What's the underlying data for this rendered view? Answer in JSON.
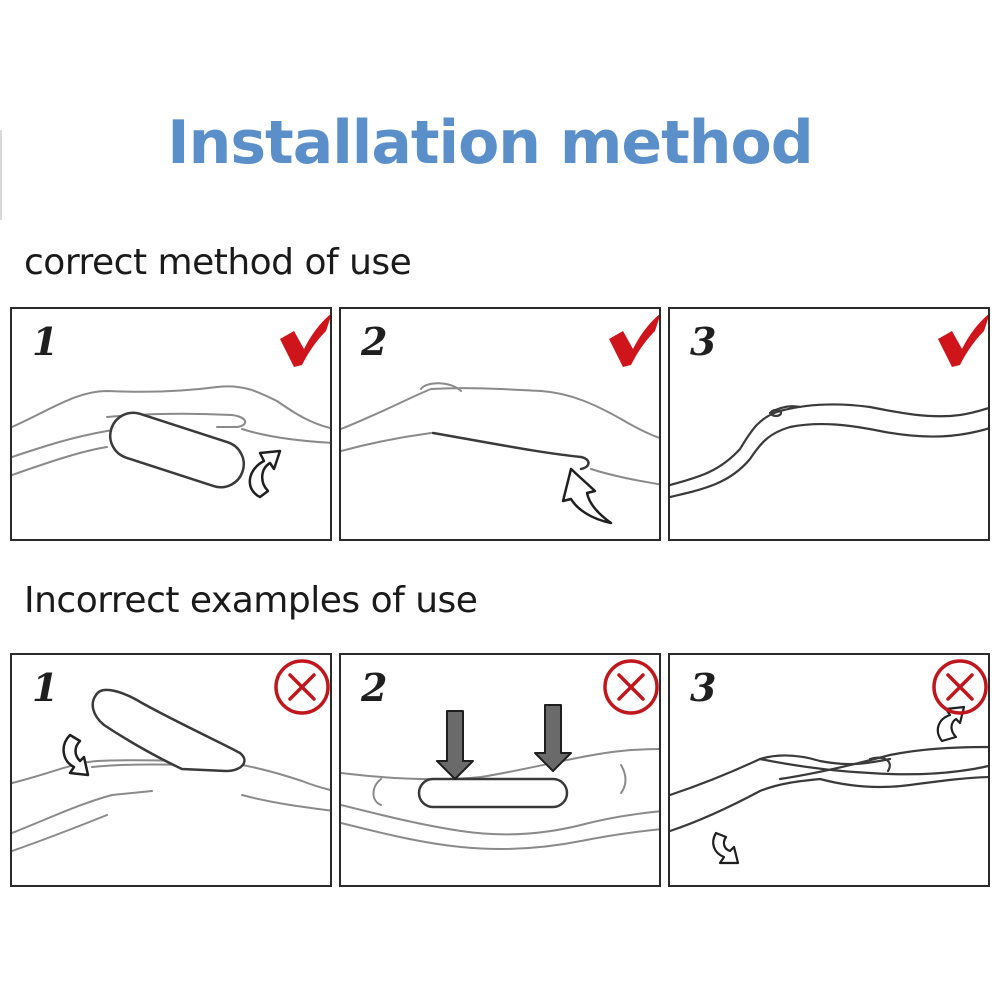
{
  "title": "Installation method",
  "correct": {
    "label": "correct method of use",
    "steps": [
      "1",
      "2",
      "3"
    ],
    "mark_color": "#d0141b",
    "mark_icon": "checkmark-icon"
  },
  "incorrect": {
    "label": "Incorrect examples of use",
    "steps": [
      "1",
      "2",
      "3"
    ],
    "mark_color": "#c0161c",
    "mark_icon": "cross-circle-icon"
  },
  "colors": {
    "title": "#5b8fc9",
    "line": "#8a8a8a",
    "border": "#2b2b2b"
  }
}
